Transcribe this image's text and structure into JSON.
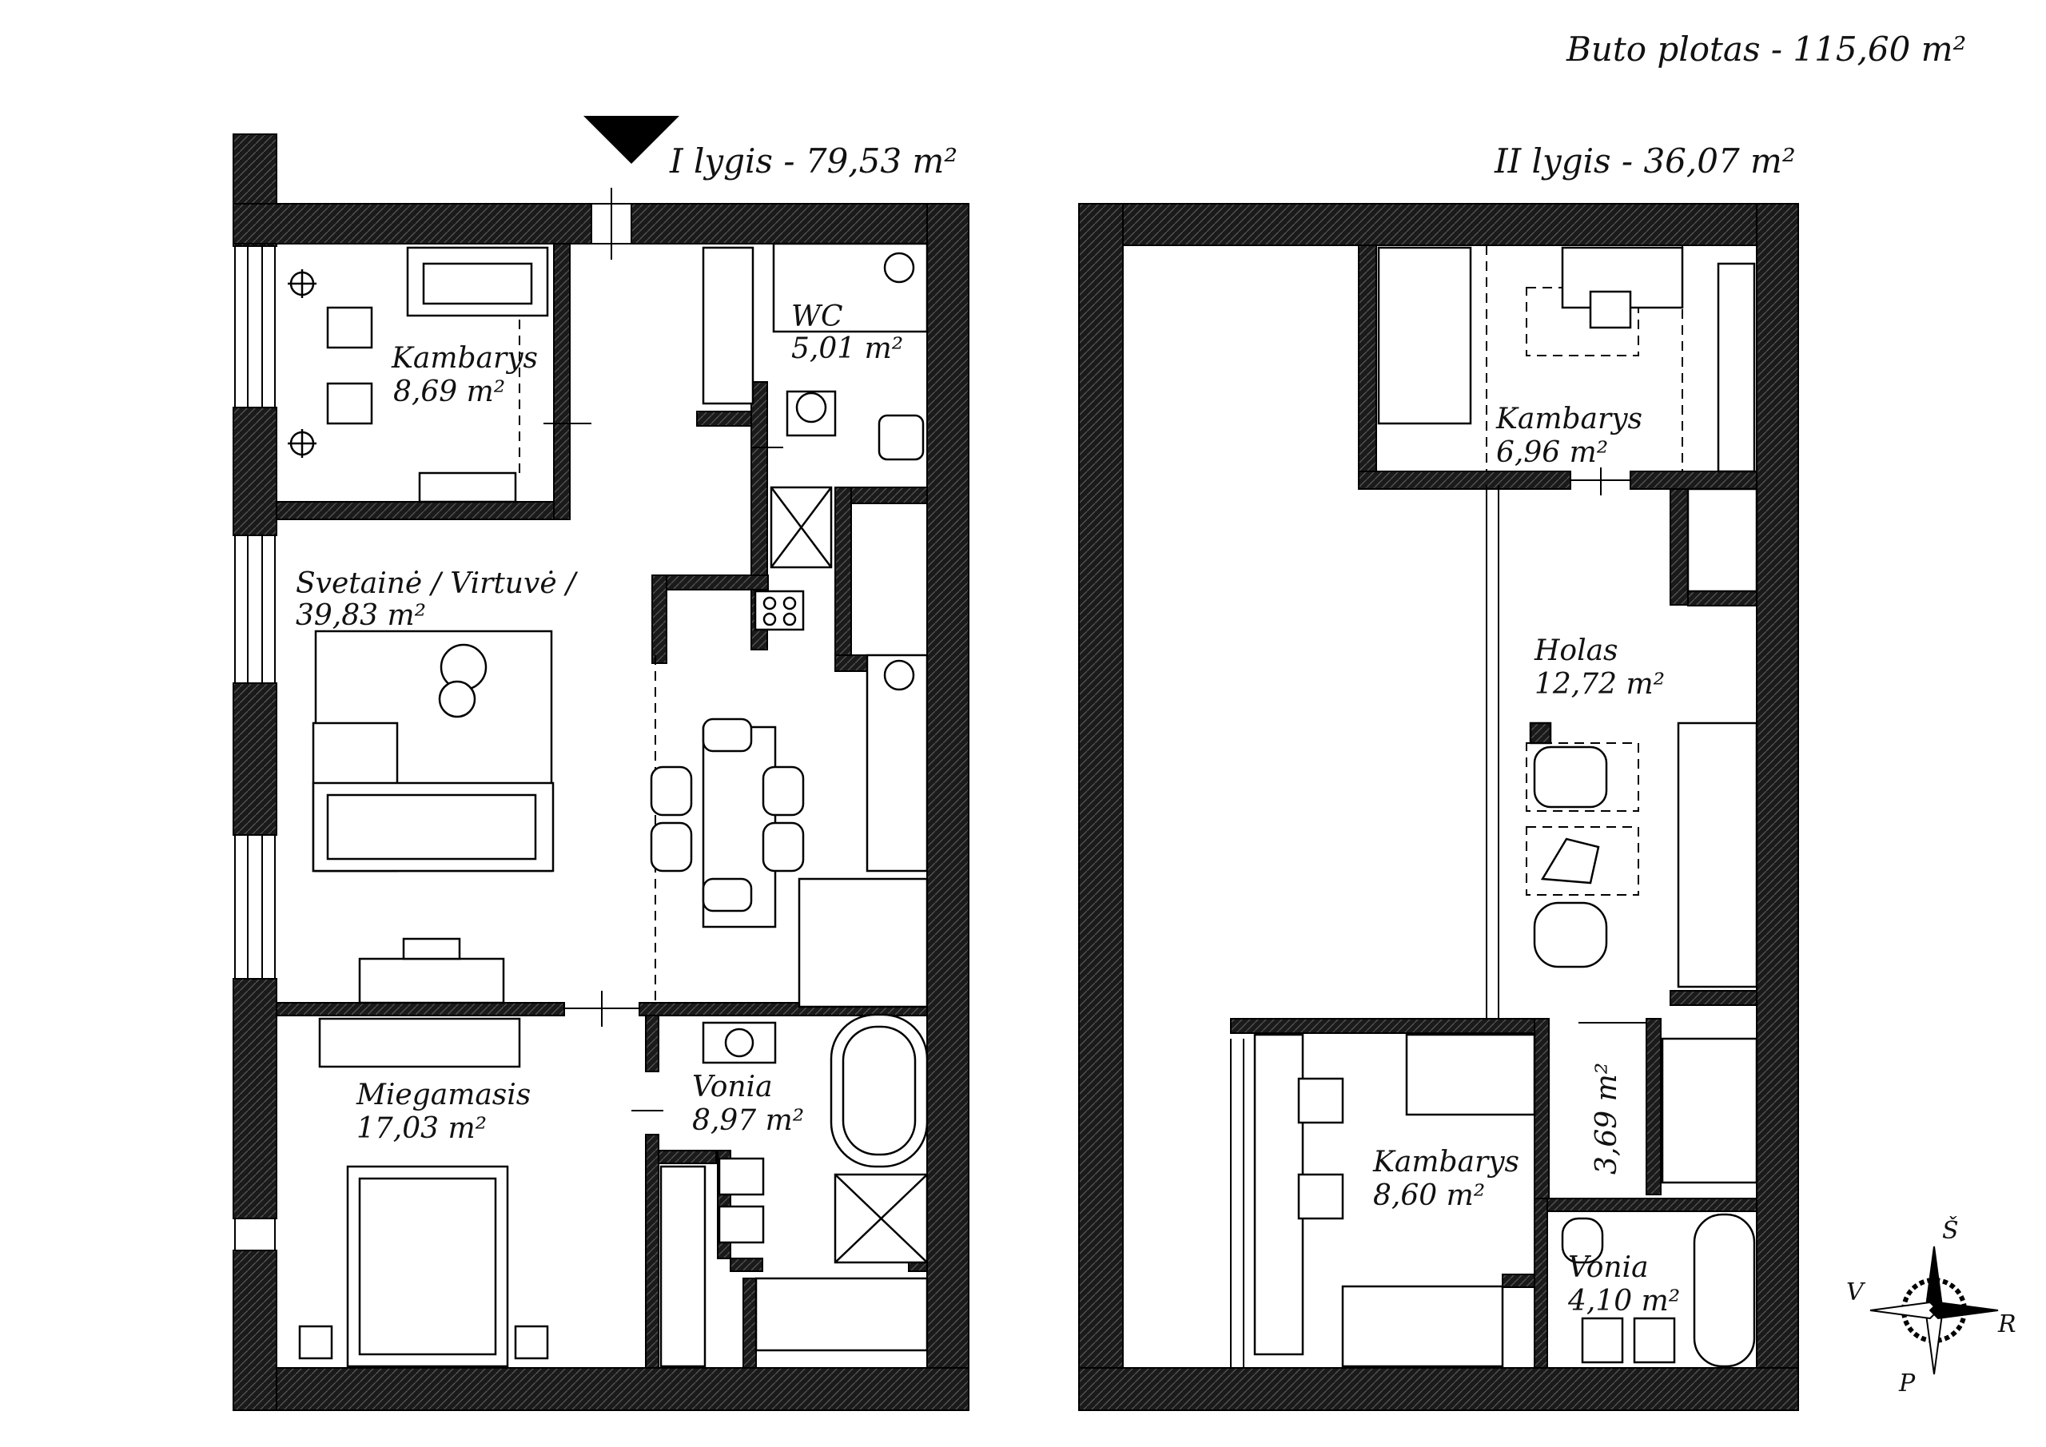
{
  "total_area": "Buto plotas - 115,60 m²",
  "levels": [
    {
      "title": "I lygis - 79,53 m²",
      "rooms": [
        {
          "name": "Kambarys",
          "area": "8,69 m²"
        },
        {
          "name": "WC",
          "area": "5,01 m²"
        },
        {
          "name": "Svetainė / Virtuvė /",
          "area": "39,83 m²"
        },
        {
          "name": "Miegamasis",
          "area": "17,03 m²"
        },
        {
          "name": "Vonia",
          "area": "8,97 m²"
        }
      ]
    },
    {
      "title": "II lygis - 36,07 m²",
      "rooms": [
        {
          "name": "Kambarys",
          "area": "6,96 m²"
        },
        {
          "name": "Holas",
          "area": "12,72 m²"
        },
        {
          "name": "Kambarys",
          "area": "8,60 m²"
        },
        {
          "name": "Vonia",
          "area": "4,10 m²"
        },
        {
          "name": "",
          "area": "3,69 m²"
        }
      ]
    }
  ],
  "compass": {
    "north": "Š",
    "east": "R",
    "south": "P",
    "west": "V"
  }
}
